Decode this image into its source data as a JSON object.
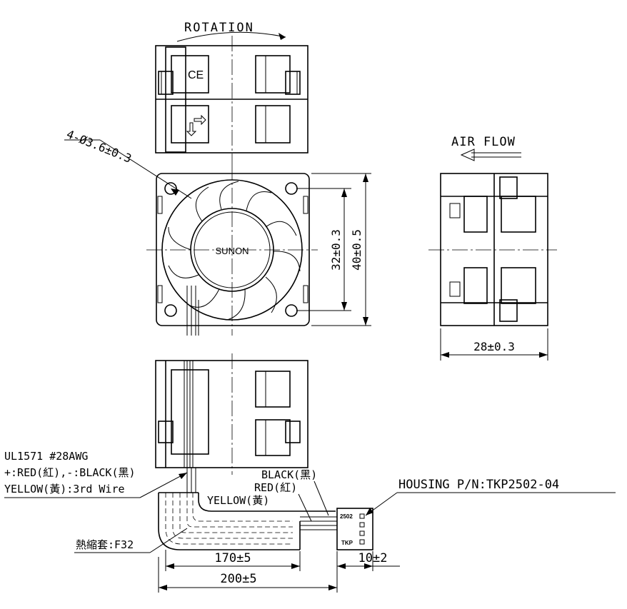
{
  "labels": {
    "rotation": "ROTATION",
    "air_flow": "AIR FLOW",
    "hole_spec": "4-Ø3.6±0.3",
    "brand": "SUNON",
    "ce_mark": "CE",
    "dim_32": "32±0.3",
    "dim_40": "40±0.5",
    "dim_28": "28±0.3",
    "wire_spec_1": "UL1571  #28AWG",
    "wire_spec_2": "+:RED(紅),-:BLACK(黑)",
    "wire_spec_3": "YELLOW(黃):3rd  Wire",
    "black": "BLACK(黑)",
    "red": "RED(紅)",
    "yellow": "YELLOW(黃)",
    "housing": "HOUSING  P/N:TKP2502-04",
    "connector_top": "2502",
    "connector_bottom": "TKP",
    "heat_shrink": "熱縮套:F32",
    "dim_170": "170±5",
    "dim_10": "10±2",
    "dim_200": "200±5"
  }
}
